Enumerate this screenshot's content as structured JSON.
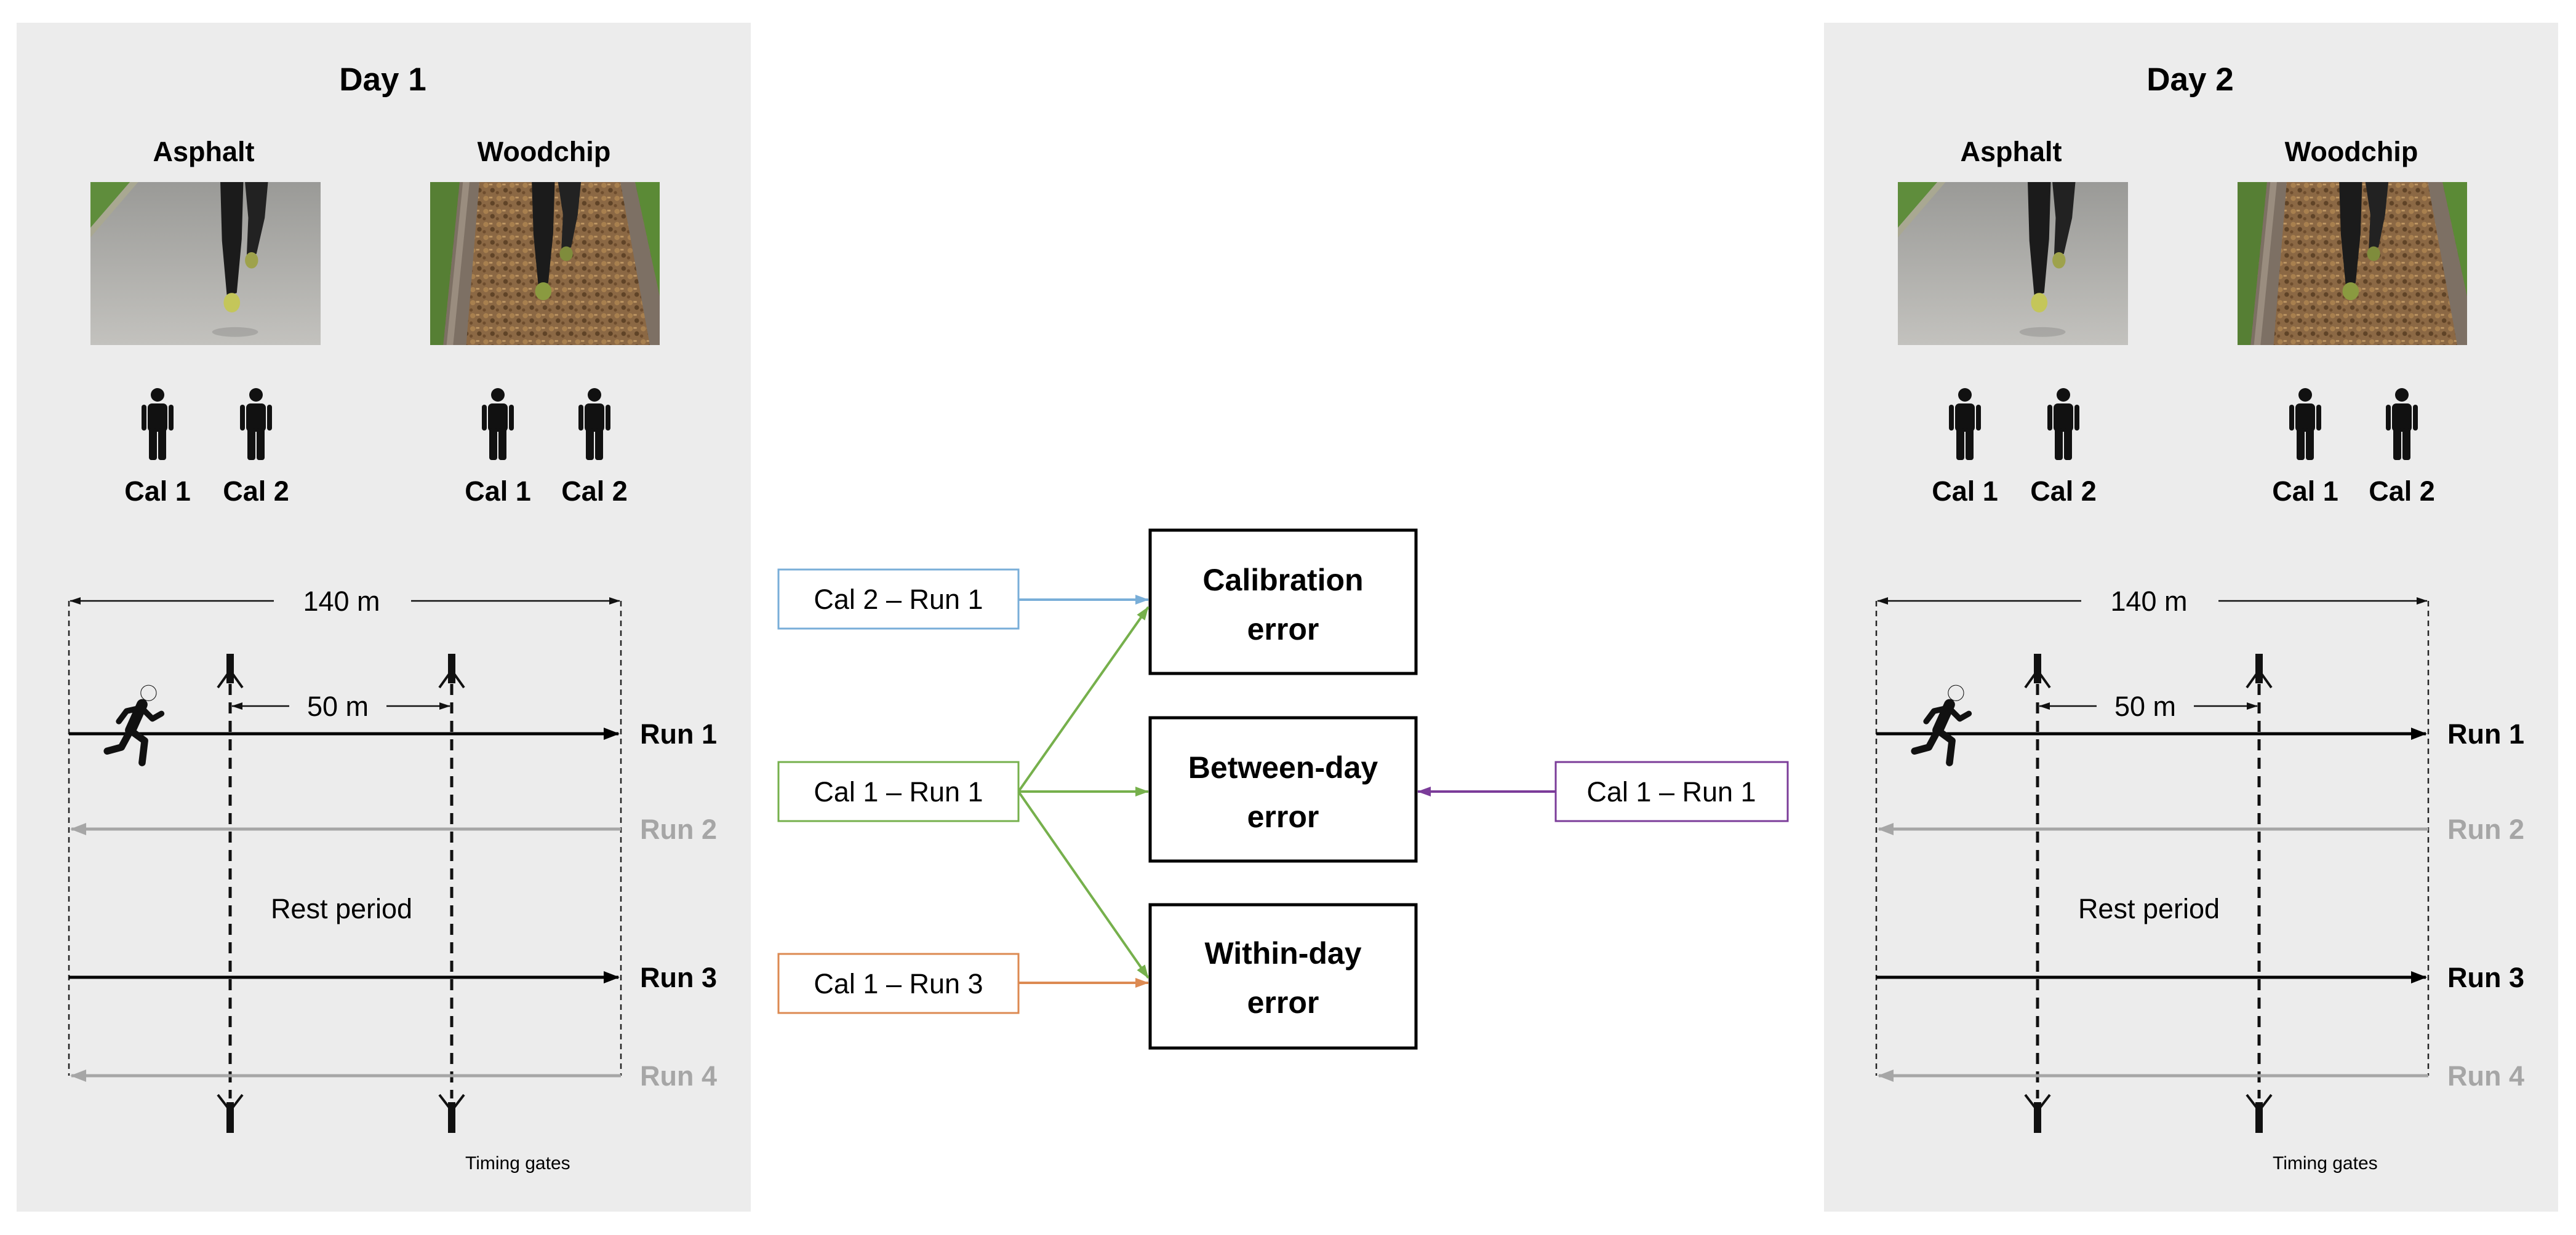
{
  "panels": [
    {
      "title": "Day 1",
      "surfaces": [
        {
          "name": "Asphalt",
          "calibrations": [
            "Cal 1",
            "Cal 2"
          ]
        },
        {
          "name": "Woodchip",
          "calibrations": [
            "Cal 1",
            "Cal 2"
          ]
        }
      ],
      "total_distance": "140 m",
      "gate_distance": "50 m",
      "runs": [
        "Run 1",
        "Run 2",
        "Run 3",
        "Run 4"
      ],
      "rest_label": "Rest period",
      "timing_label": "Timing gates"
    },
    {
      "title": "Day 2",
      "surfaces": [
        {
          "name": "Asphalt",
          "calibrations": [
            "Cal 1",
            "Cal 2"
          ]
        },
        {
          "name": "Woodchip",
          "calibrations": [
            "Cal 1",
            "Cal 2"
          ]
        }
      ],
      "total_distance": "140 m",
      "gate_distance": "50 m",
      "runs": [
        "Run 1",
        "Run 2",
        "Run 3",
        "Run 4"
      ],
      "rest_label": "Rest period",
      "timing_label": "Timing gates"
    }
  ],
  "comparisons": {
    "day1_inputs": [
      "Cal 2 – Run 1",
      "Cal 1 – Run 1",
      "Cal 1 – Run 3"
    ],
    "day2_input": "Cal 1 – Run 1",
    "errors": [
      {
        "lines": [
          "Calibration",
          "error"
        ]
      },
      {
        "lines": [
          "Between-day",
          "error"
        ]
      },
      {
        "lines": [
          "Within-day",
          "error"
        ]
      }
    ]
  },
  "icons": {
    "calibration_person": "person-icon",
    "runner": "runner-icon",
    "gate": "timing-gate-icon"
  },
  "colors": {
    "panel_background": "#ececec",
    "run_forward": "#000000",
    "run_return": "#a6a6a6",
    "calibration_link": "#79aed8",
    "between_day_link": "#76b04c",
    "within_day_link": "#dc8a52",
    "day2_link": "#7b3c99",
    "error_box_border": "#000000"
  }
}
